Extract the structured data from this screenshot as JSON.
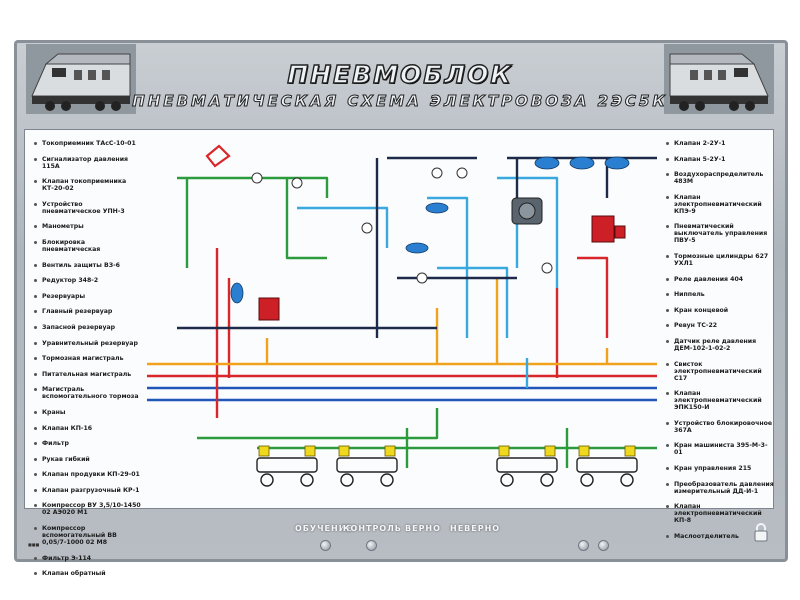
{
  "title": "ПНЕВМОБЛОК",
  "subtitle": "ПНЕВМАТИЧЕСКАЯ СХЕМА ЭЛЕКТРОВОЗА 2ЭС5К",
  "legend_left": [
    "Токоприемник ТАсС-10-01",
    "Сигнализатор давления 115А",
    "Клапан токоприемника КТ-20-02",
    "Устройство пневматическое УПН-3",
    "Манометры",
    "Блокировка пневматическая",
    "Вентиль защиты ВЗ-6",
    "Редуктор 348-2",
    "Резервуары",
    "Главный резервуар",
    "Запасной резервуар",
    "Уравнительный резервуар",
    "Тормозная магистраль",
    "Питательная магистраль",
    "Магистраль вспомогательного тормоза",
    "Краны",
    "Клапан КП-16",
    "Фильтр",
    "Рукав гибкий",
    "Клапан продувки КП-29-01",
    "Клапан разгрузочный КР-1",
    "Компрессор ВУ 3,5/10-1450 02 АЭ020 М1",
    "Компрессор вспомогательный ВВ 0,05/7-1000 02 М8",
    "Фильтр Э-114",
    "Клапан обратный"
  ],
  "legend_right": [
    "Клапан 2-2У-1",
    "Клапан 5-2У-1",
    "Воздухораспределитель 483М",
    "Клапан электропневматический КПЭ-9",
    "Пневматический выключатель управления ПВУ-5",
    "Тормозные цилиндры 627 УХЛ1",
    "Реле давления 404",
    "Ниппель",
    "Кран концевой",
    "Ревун ТС-22",
    "Датчик реле давления ДЕМ-102-1-02-2",
    "Свисток электропневматический С17",
    "Клапан электропневматический ЭПК150-И",
    "Устройство блокировочное 367А",
    "Кран машиниста 395-М-3-01",
    "Кран управления 215",
    "Преобразователь давления измерительный ДД-И-1",
    "Клапан электропневматический КП-8",
    "Маслоотделитель"
  ],
  "modes": [
    "ОБУЧЕНИЕ",
    "КОНТРОЛЬ",
    "ВЕРНО",
    "НЕВЕРНО"
  ],
  "colors": {
    "brake_line": "#d8262b",
    "feed_line": "#1f56b8",
    "aux_brake_line": "#f0a21c",
    "control_line": "#2c9b3e",
    "air_line": "#39a8df",
    "dark_line": "#1e2a4a",
    "tank": "#2a7fd0"
  }
}
